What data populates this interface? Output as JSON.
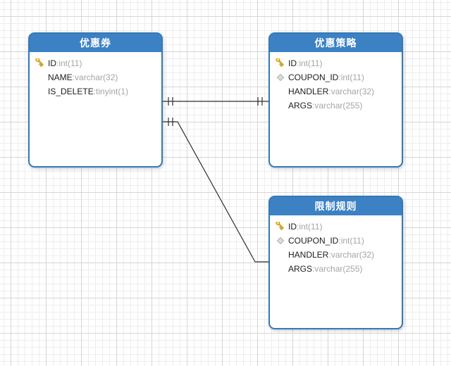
{
  "diagram": {
    "separator": ": ",
    "colors": {
      "table_header": "#3b81c3",
      "table_border": "#3579b8",
      "relationship_line": "#2f2f2f",
      "primary_key_icon": "#f5c33b",
      "foreign_key_icon": "#dcdcdc",
      "field_name_text": "#1c1c1c",
      "field_type_text": "#a5a5a5"
    },
    "tables": [
      {
        "name": "优惠券",
        "fields": [
          {
            "icon": "primary-key",
            "name": "ID",
            "type": "int(11)"
          },
          {
            "icon": "none",
            "name": "NAME",
            "type": "varchar(32)"
          },
          {
            "icon": "none",
            "name": "IS_DELETE",
            "type": "tinyint(1)"
          }
        ]
      },
      {
        "name": "优惠策略",
        "fields": [
          {
            "icon": "primary-key",
            "name": "ID",
            "type": "int(11)"
          },
          {
            "icon": "foreign-key",
            "name": "COUPON_ID",
            "type": "int(11)"
          },
          {
            "icon": "none",
            "name": "HANDLER",
            "type": "varchar(32)"
          },
          {
            "icon": "none",
            "name": "ARGS",
            "type": "varchar(255)"
          }
        ]
      },
      {
        "name": "限制规则",
        "fields": [
          {
            "icon": "primary-key",
            "name": "ID",
            "type": "int(11)"
          },
          {
            "icon": "foreign-key",
            "name": "COUPON_ID",
            "type": "int(11)"
          },
          {
            "icon": "none",
            "name": "HANDLER",
            "type": "varchar(32)"
          },
          {
            "icon": "none",
            "name": "ARGS",
            "type": "varchar(255)"
          }
        ]
      }
    ],
    "relationships": [
      {
        "from": "优惠券",
        "to": "优惠策略",
        "cardinality": "one-and-only-one to one-and-only-one"
      },
      {
        "from": "优惠券",
        "to": "限制规则",
        "cardinality": "one-and-only-one"
      }
    ]
  }
}
